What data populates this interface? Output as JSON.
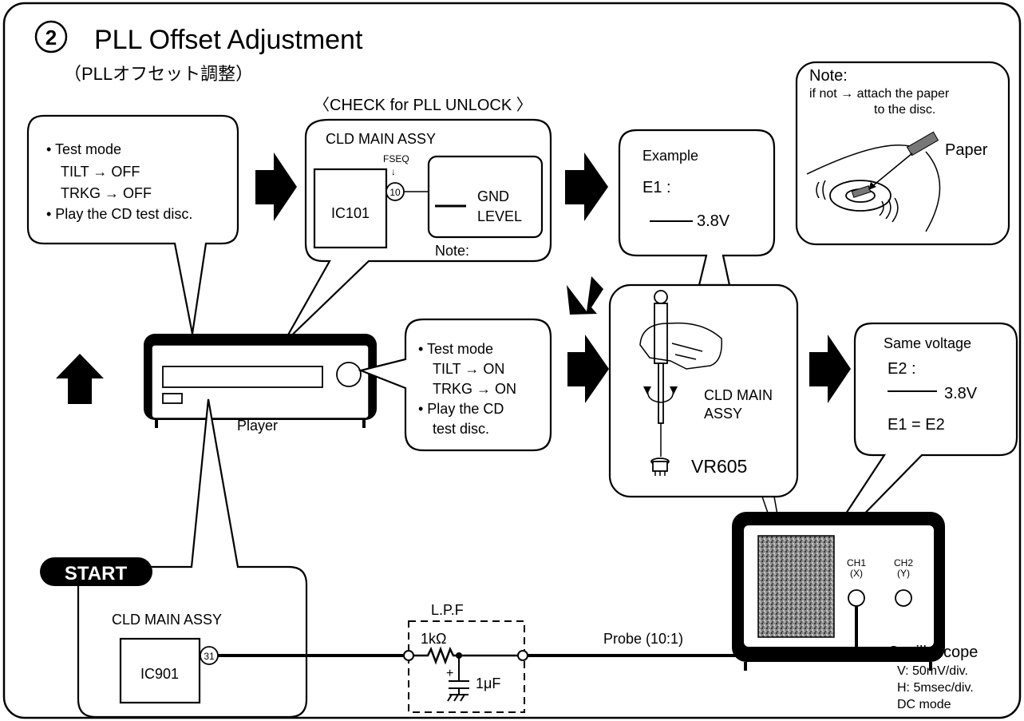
{
  "title": {
    "number": "2",
    "text": "PLL Offset Adjustment",
    "subtitle": "（PLLオフセット調整）"
  },
  "check_label": "〈CHECK for PLL UNLOCK 〉",
  "start_label": "START",
  "step1": {
    "lines": [
      "• Test mode",
      "TILT → OFF",
      "TRKG → OFF",
      "• Play the CD test disc."
    ]
  },
  "check_box": {
    "title": "CLD MAIN ASSY",
    "ic": "IC101",
    "pin_label": "FSEQ",
    "pin_arrow": "↓",
    "pin": "10",
    "level_line1": "GND",
    "level_line2": "LEVEL",
    "note": "Note:"
  },
  "example_box": {
    "title": "Example",
    "label": "E1 :",
    "value": "3.8V"
  },
  "note_box": {
    "title": "Note:",
    "line1": "if not → attach the paper",
    "line2": "to the disc.",
    "paper": "Paper"
  },
  "player_label": "Player",
  "step2": {
    "lines": [
      "• Test mode",
      "TILT → ON",
      "TRKG → ON",
      "• Play the CD",
      "test disc."
    ]
  },
  "adjust_box": {
    "assy_line1": "CLD MAIN",
    "assy_line2": "ASSY",
    "vr": "VR605"
  },
  "same_box": {
    "title": "Same voltage",
    "label": "E2 :",
    "value": "3.8V",
    "equation": "E1 = E2"
  },
  "start_box": {
    "title": "CLD MAIN ASSY",
    "ic": "IC901",
    "pin": "31"
  },
  "lpf": {
    "label": "L.P.F",
    "resistor": "1kΩ",
    "capacitor": "1μF",
    "plus": "+"
  },
  "probe_label": "Probe (10:1)",
  "oscilloscope": {
    "ch1": "CH1",
    "ch1_axis": "(X)",
    "ch2": "CH2",
    "ch2_axis": "(Y)",
    "name": "Oscilloscope",
    "v": "V: 50mV/div.",
    "h": "H: 5msec/div.",
    "mode": "DC mode"
  }
}
